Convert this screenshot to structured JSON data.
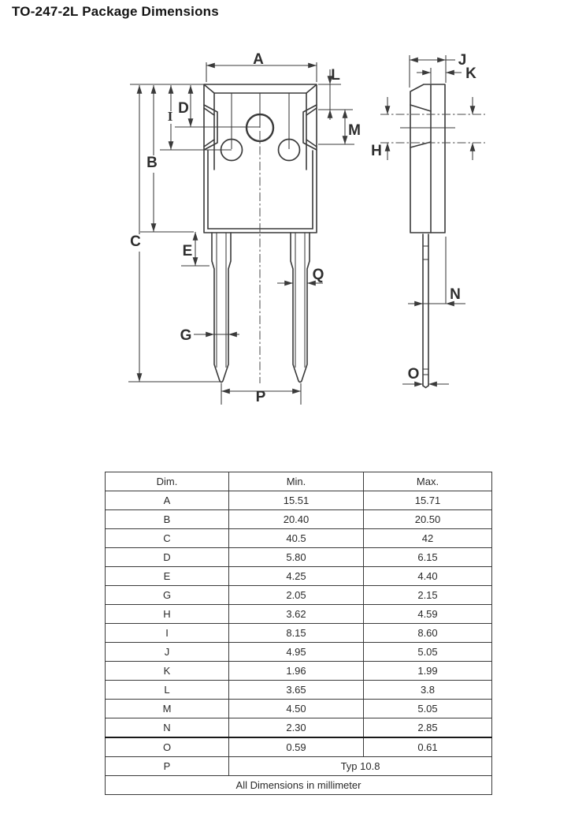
{
  "title": "TO-247-2L Package Dimensions",
  "drawing": {
    "labels": {
      "A": "A",
      "B": "B",
      "C": "C",
      "D": "D",
      "E": "E",
      "G": "G",
      "H": "H",
      "I": "I",
      "J": "J",
      "K": "K",
      "L": "L",
      "M": "M",
      "N": "N",
      "O": "O",
      "P": "P",
      "Q": "Q"
    }
  },
  "table": {
    "headers": [
      "Dim.",
      "Min.",
      "Max."
    ],
    "rows": [
      {
        "dim": "A",
        "min": "15.51",
        "max": "15.71"
      },
      {
        "dim": "B",
        "min": "20.40",
        "max": "20.50"
      },
      {
        "dim": "C",
        "min": "40.5",
        "max": "42"
      },
      {
        "dim": "D",
        "min": "5.80",
        "max": "6.15"
      },
      {
        "dim": "E",
        "min": "4.25",
        "max": "4.40"
      },
      {
        "dim": "G",
        "min": "2.05",
        "max": "2.15"
      },
      {
        "dim": "H",
        "min": "3.62",
        "max": "4.59"
      },
      {
        "dim": "I",
        "min": "8.15",
        "max": "8.60"
      },
      {
        "dim": "J",
        "min": "4.95",
        "max": "5.05"
      },
      {
        "dim": "K",
        "min": "1.96",
        "max": "1.99"
      },
      {
        "dim": "L",
        "min": "3.65",
        "max": "3.8"
      },
      {
        "dim": "M",
        "min": "4.50",
        "max": "5.05"
      },
      {
        "dim": "N",
        "min": "2.30",
        "max": "2.85"
      },
      {
        "dim": "O",
        "min": "0.59",
        "max": "0.61"
      }
    ],
    "typ_row": {
      "dim": "P",
      "value": "Typ 10.8"
    },
    "footer": "All Dimensions in millimeter"
  }
}
